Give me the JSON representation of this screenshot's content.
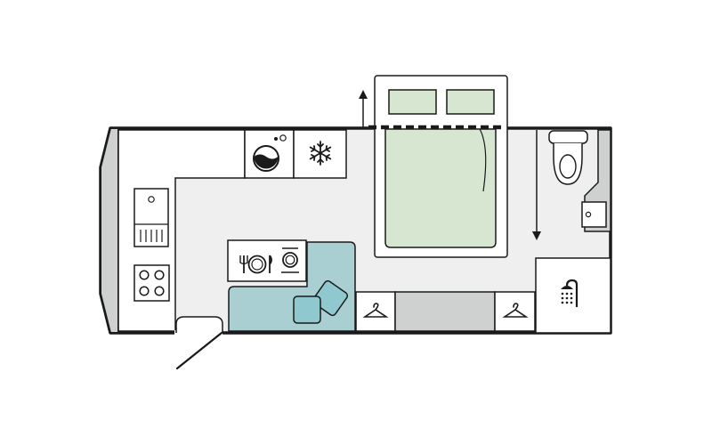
{
  "diagram": {
    "type": "floor-plan",
    "subject": "caravan layout",
    "colors": {
      "wall": "#1a1a1a",
      "floor": "#efefef",
      "fixture": "#ffffff",
      "panel": "#cfd1d1",
      "dinette": "#a9cfd3",
      "cushion": "#8fc9cf",
      "bed": "#d6e6d1",
      "pillow": "#d6e6d1"
    },
    "areas": [
      {
        "id": "kitchen",
        "fixtures": [
          "sink-icon",
          "hob-icon"
        ]
      },
      {
        "id": "appliances",
        "fixtures": [
          "washing-machine-icon",
          "freezer-icon"
        ]
      },
      {
        "id": "dinette",
        "fixtures": [
          "table-setting-icon",
          "cushion-icon"
        ]
      },
      {
        "id": "bedroom",
        "fixtures": [
          "double-bed",
          "pillow-icon"
        ]
      },
      {
        "id": "wardrobes",
        "fixtures": [
          "hanger-icon",
          "hanger-icon"
        ]
      },
      {
        "id": "washroom",
        "fixtures": [
          "toilet-icon",
          "washbasin-icon",
          "shower-icon"
        ]
      }
    ],
    "entrance": "door-swing",
    "annotations": [
      "bed-slide-arrow-up",
      "bed-slide-arrow-down"
    ]
  }
}
